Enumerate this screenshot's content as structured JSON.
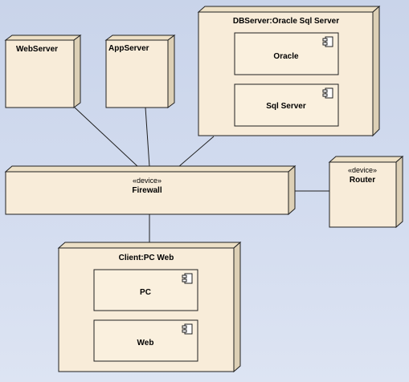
{
  "nodes": {
    "webserver": {
      "name": "WebServer"
    },
    "appserver": {
      "name": "AppServer"
    },
    "dbserver": {
      "name": "DBServer:Oracle Sql Server"
    },
    "firewall": {
      "stereotype": "«device»",
      "name": "Firewall"
    },
    "router": {
      "stereotype": "«device»",
      "name": "Router"
    },
    "client": {
      "name": "Client:PC Web"
    }
  },
  "components": {
    "oracle": "Oracle",
    "sqlserver": "Sql Server",
    "pc": "PC",
    "web": "Web"
  }
}
